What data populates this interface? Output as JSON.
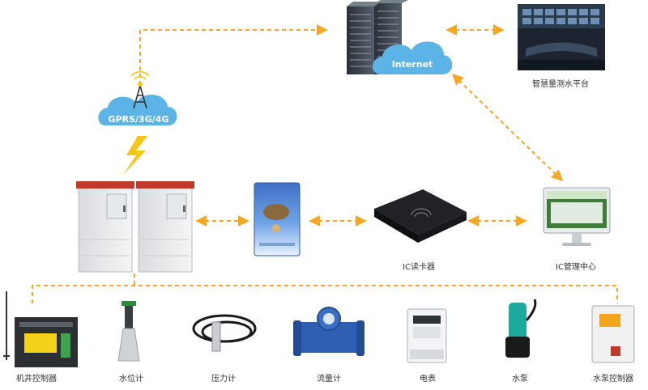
{
  "cloud_labels": {
    "gprs": "GPRS/3G/4G",
    "internet": "Internet"
  },
  "labels": {
    "platform": "智慧量测水平台",
    "ic_reader": "IC读卡器",
    "ic_center": "IC管理中心"
  },
  "devices": [
    {
      "key": "well-controller",
      "label": "机井控制器"
    },
    {
      "key": "level-meter",
      "label": "水位计"
    },
    {
      "key": "pressure-meter",
      "label": "压力计"
    },
    {
      "key": "flow-meter",
      "label": "流量计"
    },
    {
      "key": "electric-meter",
      "label": "电表"
    },
    {
      "key": "water-pump",
      "label": "水泵"
    },
    {
      "key": "pump-controller",
      "label": "水泵控制器"
    }
  ],
  "colors": {
    "connector": "#f5a623",
    "cloud": "#5bb3e6",
    "cabinet_roof": "#c0392b",
    "lightning": "#f5c518"
  }
}
